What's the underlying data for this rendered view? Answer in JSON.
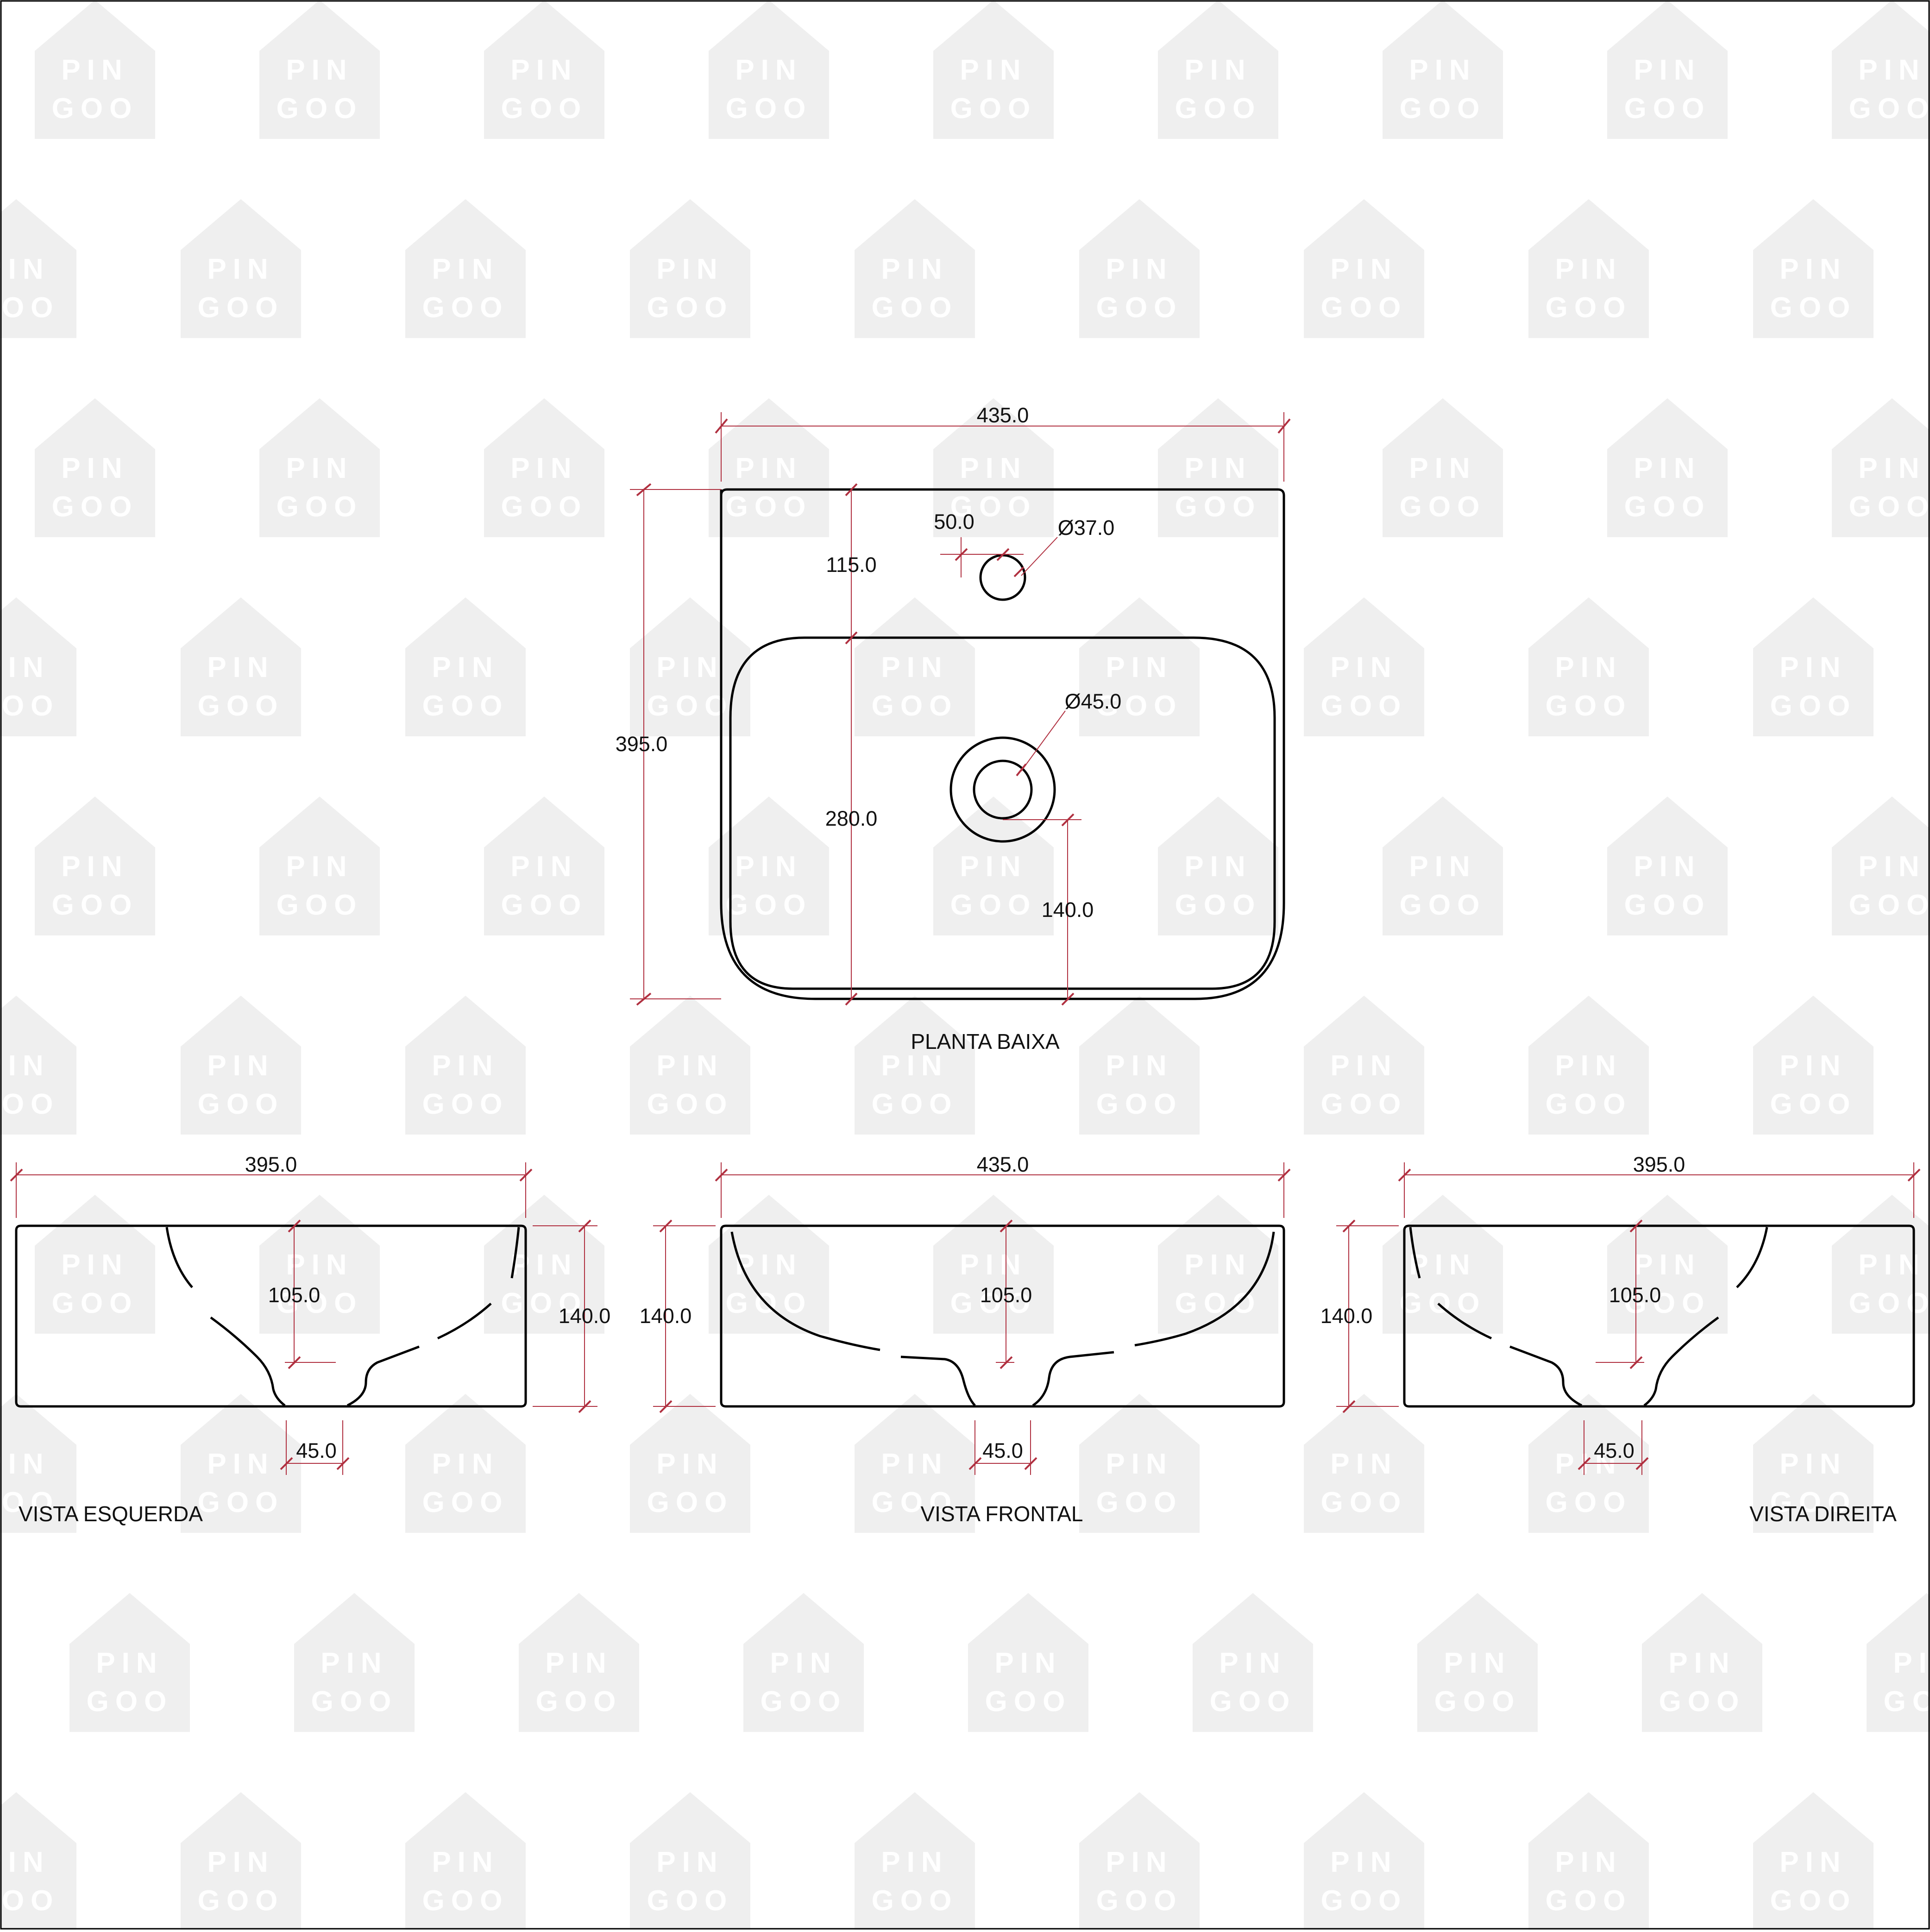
{
  "watermark": {
    "line1": "PIN",
    "line2": "GOO"
  },
  "colors": {
    "outline": "#000000",
    "dimension": "#b03040",
    "text": "#111111",
    "watermark": "#efefef",
    "background": "#ffffff"
  },
  "views": {
    "top": {
      "label": "PLANTA BAIXA",
      "width": "435.0",
      "depth": "395.0",
      "tap_hole_diameter": "Ø37.0",
      "tap_hole_offset": "50.0",
      "tap_hole_from_back": "115.0",
      "basin_depth": "280.0",
      "drain_diameter": "Ø45.0",
      "drain_from_front": "140.0"
    },
    "left": {
      "label": "VISTA ESQUERDA",
      "width": "395.0",
      "height": "140.0",
      "bowl_depth": "105.0",
      "drain_width": "45.0"
    },
    "front": {
      "label": "VISTA FRONTAL",
      "width": "435.0",
      "height": "140.0",
      "bowl_depth": "105.0",
      "drain_width": "45.0"
    },
    "right": {
      "label": "VISTA DIREITA",
      "width": "395.0",
      "height": "140.0",
      "bowl_depth": "105.0",
      "drain_width": "45.0"
    }
  }
}
